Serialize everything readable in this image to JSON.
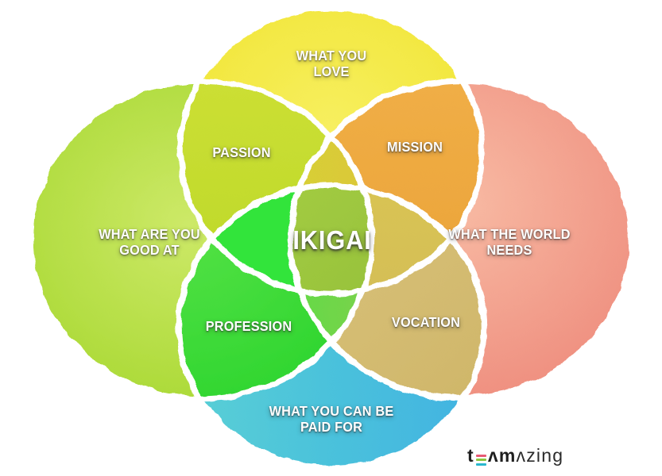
{
  "diagram": {
    "title_hidden": "",
    "center": {
      "label": "IKIGAI",
      "color": "#93c03b"
    },
    "circles": [
      {
        "id": "love",
        "label": "WHAT YOU\nLOVE",
        "color": "#f2e63b"
      },
      {
        "id": "good_at",
        "label": "WHAT ARE YOU\nGOOD AT",
        "color": "#aeda35"
      },
      {
        "id": "world_needs",
        "label": "WHAT THE WORLD\nNEEDS",
        "color": "#f0998a"
      },
      {
        "id": "paid_for",
        "label": "WHAT YOU CAN BE\nPAID FOR",
        "color": "#4cc2de"
      }
    ],
    "overlaps": [
      {
        "id": "passion",
        "label": "PASSION",
        "color": "#c1da29"
      },
      {
        "id": "mission",
        "label": "MISSION",
        "color": "#eda63e"
      },
      {
        "id": "profession",
        "label": "PROFESSION",
        "color": "#3eda37"
      },
      {
        "id": "vocation",
        "label": "VOCATION",
        "color": "#d6bc72"
      }
    ],
    "outline_color": "#ffffff"
  },
  "branding": {
    "logo_part_bold_1": "t",
    "logo_part_bold_2": "ʌm",
    "logo_part_light": "ʌzing",
    "logo_bar_colors": [
      "#e85a74",
      "#8cc63e",
      "#2ab7cd"
    ],
    "logo_text_color": "#1f1f1f"
  }
}
